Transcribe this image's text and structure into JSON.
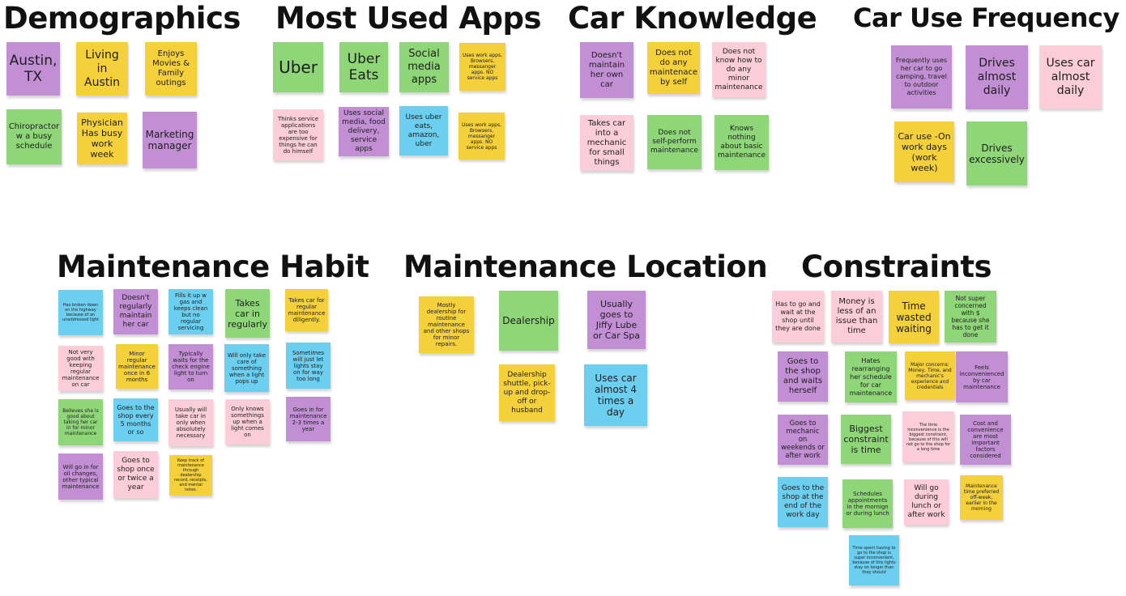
{
  "colors": {
    "purple": "#c28fd4",
    "yellow": "#f4d03a",
    "green": "#8fd679",
    "pink": "#fbcdd9",
    "blue": "#6dcff0"
  },
  "sections": [
    {
      "title": "Demographics",
      "notes": [
        {
          "text": "Austin, TX",
          "color": "purple"
        },
        {
          "text": "Living in Austin",
          "color": "yellow"
        },
        {
          "text": "Enjoys Movies & Family outings",
          "color": "yellow"
        },
        {
          "text": "Chiropractor w a busy schedule",
          "color": "green"
        },
        {
          "text": "Physician Has busy work week",
          "color": "yellow"
        },
        {
          "text": "Marketing manager",
          "color": "purple"
        }
      ]
    },
    {
      "title": "Most Used Apps",
      "notes": [
        {
          "text": "Uber",
          "color": "green"
        },
        {
          "text": "Uber Eats",
          "color": "green"
        },
        {
          "text": "Social media apps",
          "color": "green"
        },
        {
          "text": "Uses work apps, Browsers, messanger apps. NO service apps",
          "color": "yellow"
        },
        {
          "text": "Thinks service applications are too expensive for things he can do himself",
          "color": "pink"
        },
        {
          "text": "Uses social media, food delivery, service apps",
          "color": "purple"
        },
        {
          "text": "Uses uber eats, amazon, uber",
          "color": "blue"
        },
        {
          "text": "Uses work apps, Browsers, messanger apps. NO service apps",
          "color": "yellow"
        }
      ]
    },
    {
      "title": "Car Knowledge",
      "notes": [
        {
          "text": "Doesn't maintain her own car",
          "color": "purple"
        },
        {
          "text": "Does not do any maintenace by self",
          "color": "yellow"
        },
        {
          "text": "Does not know how to do any minor maintenance",
          "color": "pink"
        },
        {
          "text": "Takes car into a mechanic for small things",
          "color": "pink"
        },
        {
          "text": "Does not self-perform maintenance",
          "color": "green"
        },
        {
          "text": "Knows nothing about basic maintenance",
          "color": "green"
        }
      ]
    },
    {
      "title": "Car Use Frequency",
      "notes": [
        {
          "text": "Frequently uses her car to go camping, travel to outdoor activities",
          "color": "purple"
        },
        {
          "text": "Drives almost daily",
          "color": "purple"
        },
        {
          "text": "Uses car almost daily",
          "color": "pink"
        },
        {
          "text": "Car use -On work days (work week)",
          "color": "yellow"
        },
        {
          "text": "Drives excessively",
          "color": "green"
        }
      ]
    },
    {
      "title": "Maintenance Habit",
      "notes": [
        {
          "text": "Has broken down on the highway because of an unaddressed light",
          "color": "blue"
        },
        {
          "text": "Doesn't regularly maintain her car",
          "color": "purple"
        },
        {
          "text": "Fills it up w gas and keeps clean but no regular servicing",
          "color": "blue"
        },
        {
          "text": "Takes car in regularly",
          "color": "green"
        },
        {
          "text": "Takes car for regular maintenance diligently.",
          "color": "yellow"
        },
        {
          "text": "Not very good with keeping regular maintenance on car",
          "color": "pink"
        },
        {
          "text": "Minor regular maintenance once in 6 months",
          "color": "yellow"
        },
        {
          "text": "Typically waits for the check engine light to turn on",
          "color": "purple"
        },
        {
          "text": "Will only take care of something when a light pops up",
          "color": "blue"
        },
        {
          "text": "Sometimes will just let lights stay on for way too long",
          "color": "blue"
        },
        {
          "text": "Believes she is good about taking her car in for minor maintenance",
          "color": "green"
        },
        {
          "text": "Goes to the shop every 5 months or so",
          "color": "blue"
        },
        {
          "text": "Usually will take car in only when absolutely necessary",
          "color": "pink"
        },
        {
          "text": "Only knows somethings up when a light comes on",
          "color": "pink"
        },
        {
          "text": "Goes in for maintenance 2-3 times a year",
          "color": "purple"
        },
        {
          "text": "Will go in for oil changes, other typical maintenance",
          "color": "purple"
        },
        {
          "text": "Goes to shop once or twice a year",
          "color": "pink"
        },
        {
          "text": "Keep track of maintenance through dealership record, receipts, and mental notes.",
          "color": "yellow"
        }
      ]
    },
    {
      "title": "Maintenance Location",
      "notes": [
        {
          "text": "Mostly dealership for routine maintenance and other shops for minor repairs.",
          "color": "yellow"
        },
        {
          "text": "Dealership",
          "color": "green"
        },
        {
          "text": "Usually goes to Jiffy Lube or Car Spa",
          "color": "purple"
        },
        {
          "text": "Dealership shuttle, pick-up and drop-off or husband",
          "color": "yellow"
        },
        {
          "text": "Uses car almost 4 times a day",
          "color": "blue"
        }
      ]
    },
    {
      "title": "Constraints",
      "notes": [
        {
          "text": "Has to go and wait at the shop until they are done",
          "color": "pink"
        },
        {
          "text": "Money is less of an issue than time",
          "color": "pink"
        },
        {
          "text": "Time wasted waiting",
          "color": "yellow"
        },
        {
          "text": "Not super concerned with $ because she has to get it done",
          "color": "green"
        },
        {
          "text": "Goes to the shop and waits herself",
          "color": "purple"
        },
        {
          "text": "Hates rearranging her schedule for car maintenance",
          "color": "green"
        },
        {
          "text": "Major concerns: Money, Time, and mechanic's experience and credentials",
          "color": "yellow"
        },
        {
          "text": "Feels inconvenienced by car maintenance",
          "color": "purple"
        },
        {
          "text": "Goes to mechanic on weekends or after work",
          "color": "purple"
        },
        {
          "text": "Biggest constraint is time",
          "color": "green"
        },
        {
          "text": "The time inconvenience is the biggest constraint, because of this will not go to the shop for a long time",
          "color": "pink"
        },
        {
          "text": "Cost and convenience are most important factors considered",
          "color": "purple"
        },
        {
          "text": "Goes to the shop at the end of the work day",
          "color": "blue"
        },
        {
          "text": "Schedules appointments in the mornign or during lunch",
          "color": "green"
        },
        {
          "text": "Will go during lunch or after work",
          "color": "pink"
        },
        {
          "text": "Maintenance time preferred off-week, earlier in the morning",
          "color": "yellow"
        },
        {
          "text": "Time spent having to go to the shop is super inconvenient, because of this lights stay on longer than they should",
          "color": "blue"
        }
      ]
    }
  ]
}
